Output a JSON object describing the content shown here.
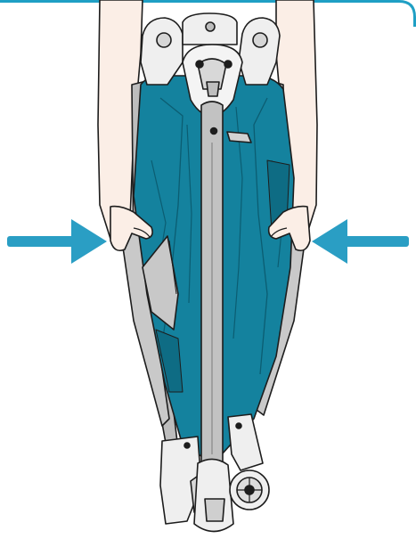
{
  "illustration": {
    "frame_color": "#1f9fc4",
    "fabric_color": "#14829e",
    "fabric_dark": "#0e6c84",
    "frame_grey": "#b9b9b9",
    "plastic_light": "#f1f1f1",
    "skin_color": "#fbeee6",
    "outline_color": "#1d1d1d",
    "arrow_color": "#2a9ec4",
    "arrows": [
      {
        "name": "left-arrow",
        "direction": "right"
      },
      {
        "name": "right-arrow",
        "direction": "left"
      }
    ],
    "icons": [
      "push-arrow-right-icon",
      "push-arrow-left-icon",
      "wheel-icon"
    ]
  }
}
